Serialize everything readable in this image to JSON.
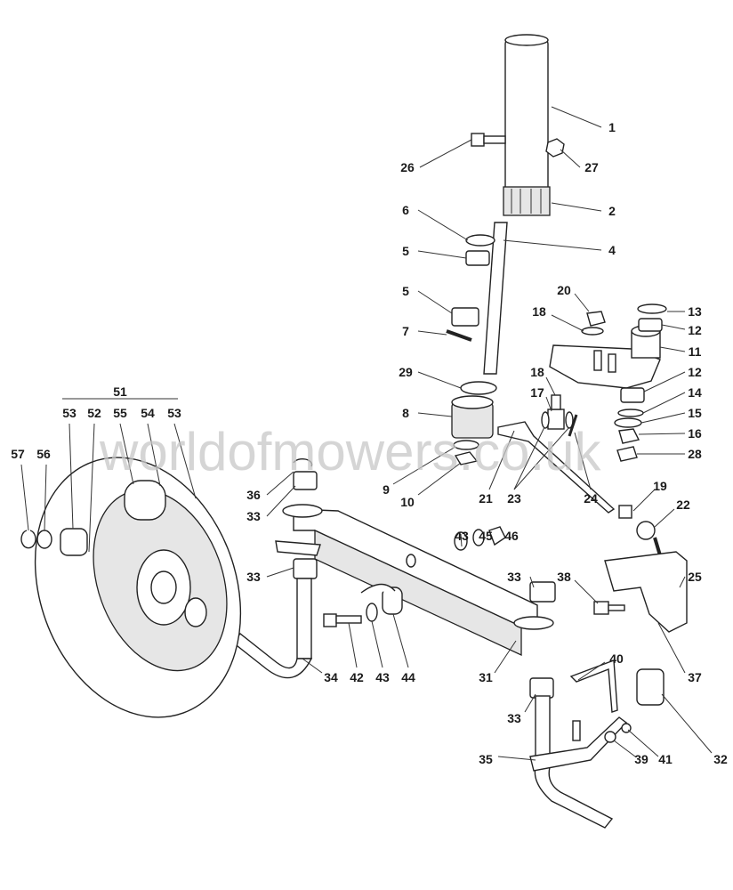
{
  "watermark": "worldofmowers.co.uk",
  "labels": [
    "1",
    "26",
    "27",
    "2",
    "6",
    "4",
    "5",
    "5",
    "20",
    "13",
    "18",
    "12",
    "7",
    "11",
    "29",
    "18",
    "12",
    "17",
    "14",
    "8",
    "15",
    "16",
    "9",
    "28",
    "51",
    "53",
    "52",
    "55",
    "54",
    "53",
    "57",
    "56",
    "10",
    "21",
    "23",
    "24",
    "36",
    "33",
    "19",
    "22",
    "43",
    "45",
    "46",
    "25",
    "33",
    "33",
    "38",
    "34",
    "42",
    "43",
    "44",
    "31",
    "40",
    "37",
    "33",
    "35",
    "39",
    "41",
    "32"
  ]
}
